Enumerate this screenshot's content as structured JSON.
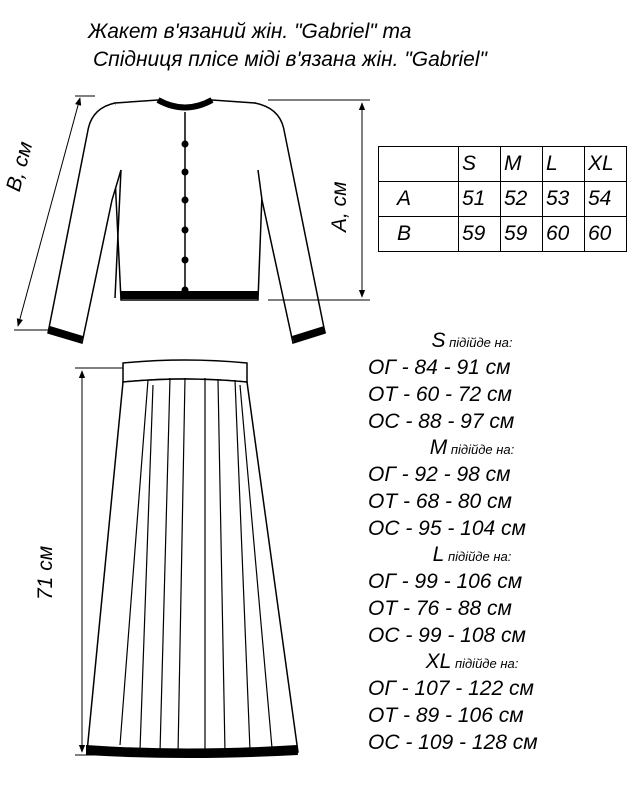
{
  "title": {
    "line1": "Жакет в'язаний жін. \"Gabriel\"  та",
    "line2": "Спідниця плісе міді в'язана жін. \"Gabriel\""
  },
  "dimensions": {
    "jacket_b": "B, см",
    "jacket_a": "A, см",
    "skirt_length": "71 см"
  },
  "size_table": {
    "headers": [
      "S",
      "M",
      "L",
      "XL"
    ],
    "rows": [
      {
        "label": "A",
        "values": [
          "51",
          "52",
          "53",
          "54"
        ]
      },
      {
        "label": "B",
        "values": [
          "59",
          "59",
          "60",
          "60"
        ]
      }
    ]
  },
  "fits": [
    {
      "size": "S",
      "label": " підійде на:",
      "lines": [
        "ОГ - 84 - 91 см",
        "ОТ - 60 - 72 см",
        "ОС - 88 - 97 см"
      ]
    },
    {
      "size": "M",
      "label": " підійде на:",
      "lines": [
        "ОГ - 92 - 98 см",
        "ОТ - 68 - 80 см",
        "ОС - 95 - 104 см"
      ]
    },
    {
      "size": "L",
      "label": " підійде на:",
      "lines": [
        "ОГ - 99 - 106 см",
        "ОТ - 76 - 88 см",
        "ОС - 99 - 108 см"
      ]
    },
    {
      "size": "XL",
      "label": " підійде на:",
      "lines": [
        "ОГ - 107 - 122 см",
        "ОТ - 89 - 106 см",
        "ОС - 109 - 128 см"
      ]
    }
  ]
}
